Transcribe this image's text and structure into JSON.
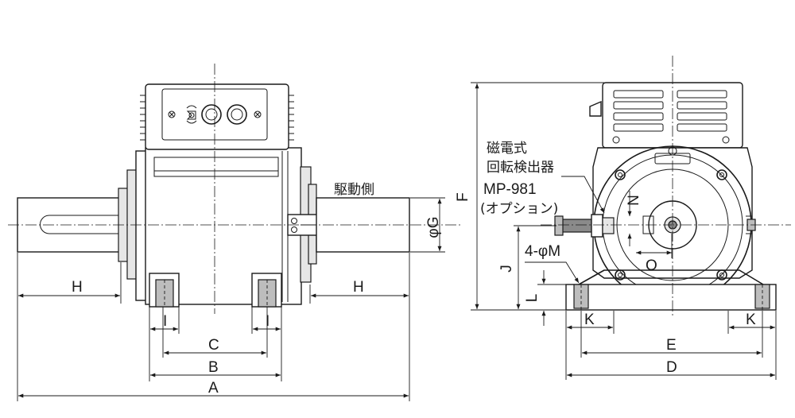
{
  "labels": {
    "A": "A",
    "B": "B",
    "C": "C",
    "D": "D",
    "E": "E",
    "F": "F",
    "G": "φG",
    "H": "H",
    "I": "I",
    "J": "J",
    "K": "K",
    "L": "L",
    "M": "4-φM",
    "N": "N",
    "O": "O"
  },
  "callouts": {
    "drive_side": "駆動側",
    "sensor_line1": "磁電式",
    "sensor_line2": "回転検出器",
    "sensor_model": "MP-981",
    "sensor_option": "(オプション)"
  }
}
